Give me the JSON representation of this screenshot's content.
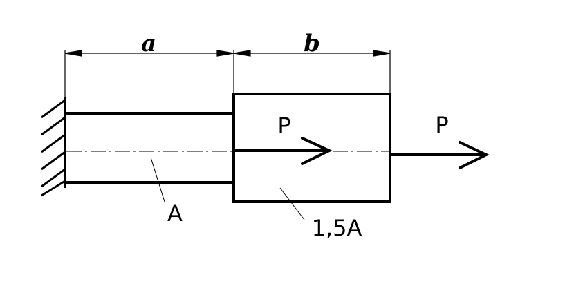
{
  "dimensions": {
    "a": "a",
    "b": "b"
  },
  "forces": {
    "inner": "P",
    "outer": "P"
  },
  "areas": {
    "thin": "A",
    "thick": "1,5A"
  },
  "colors": {
    "ink": "#000000",
    "background": "#ffffff"
  }
}
